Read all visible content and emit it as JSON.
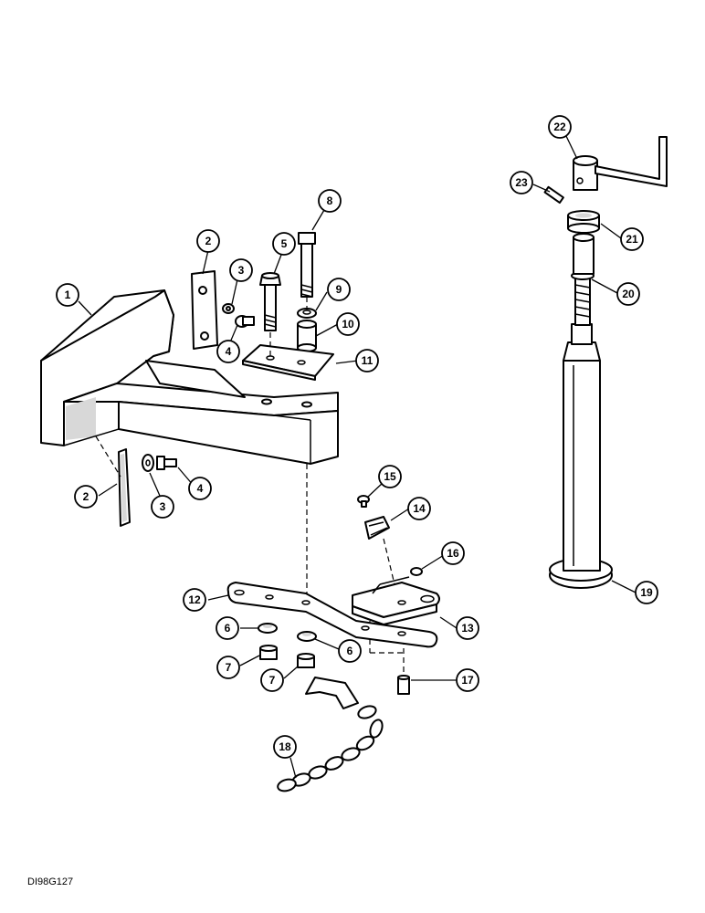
{
  "figure_code": "DI98G127",
  "callouts": [
    {
      "label": "1"
    },
    {
      "label": "2"
    },
    {
      "label": "3"
    },
    {
      "label": "4"
    },
    {
      "label": "5"
    },
    {
      "label": "8"
    },
    {
      "label": "9"
    },
    {
      "label": "10"
    },
    {
      "label": "11"
    },
    {
      "label": "2"
    },
    {
      "label": "3"
    },
    {
      "label": "4"
    },
    {
      "label": "15"
    },
    {
      "label": "14"
    },
    {
      "label": "16"
    },
    {
      "label": "12"
    },
    {
      "label": "13"
    },
    {
      "label": "6"
    },
    {
      "label": "6"
    },
    {
      "label": "7"
    },
    {
      "label": "7"
    },
    {
      "label": "17"
    },
    {
      "label": "18"
    },
    {
      "label": "22"
    },
    {
      "label": "23"
    },
    {
      "label": "21"
    },
    {
      "label": "20"
    },
    {
      "label": "19"
    }
  ]
}
